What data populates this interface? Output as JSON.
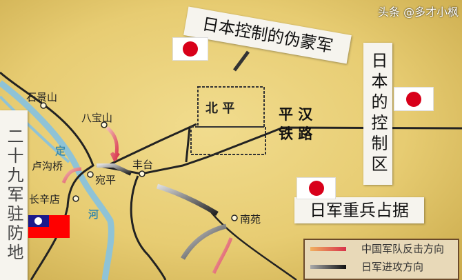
{
  "places": {
    "shijingshan": "石景山",
    "babaoshan": "八宝山",
    "lugouqiao": "卢沟桥",
    "wanping": "宛平",
    "fengtai": "丰台",
    "changxindian": "长辛店",
    "nanyuan": "南苑",
    "beiping": "北 平",
    "river_1": "定",
    "river_2": "河"
  },
  "railway": {
    "line1": "平 汉",
    "line2": "铁 路"
  },
  "annotations": {
    "puppet_army": "日本控制的伪蒙军",
    "japan_control_zone": "日本的控制区",
    "japan_heavy_troops": "日军重兵占据",
    "29th_army": "二十九军驻防地"
  },
  "legend": [
    {
      "label": "中国军队反击方向",
      "color": "#d8324a"
    },
    {
      "label": "日军进攻方向",
      "color": "#222222"
    }
  ],
  "watermark": "头条 @多才小枫",
  "flags": {
    "japan": "japan-flag-icon",
    "roc": "roc-flag-icon"
  },
  "colors": {
    "map_bg": "#e9d07a",
    "river": "#8fc3d6",
    "chinese_arrow": "#d8324a",
    "japan_arrow": "#333333"
  }
}
